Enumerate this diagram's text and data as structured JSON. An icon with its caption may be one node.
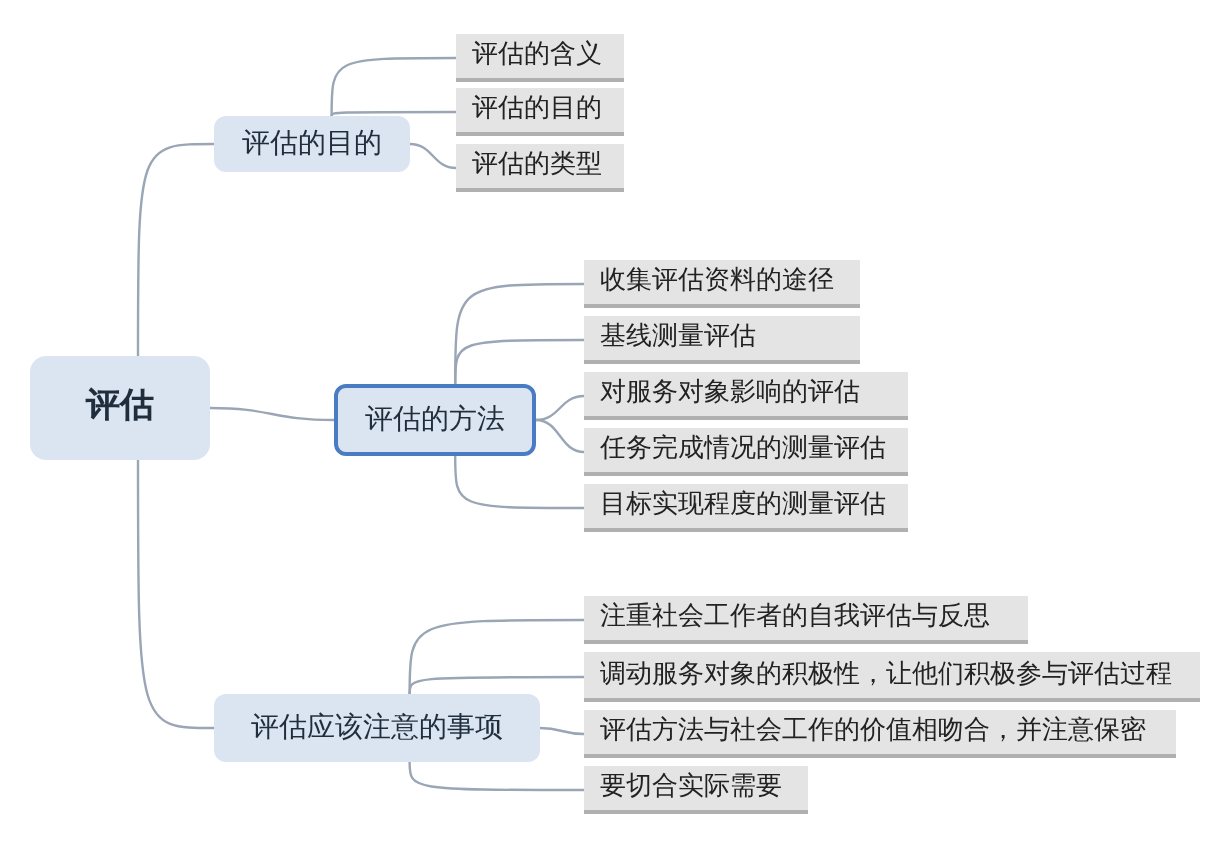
{
  "diagram": {
    "nodes": [
      {
        "text": [
          "评估"
        ]
      },
      {
        "text": [
          "评估的目的"
        ]
      },
      {
        "text": [
          "评估的含义"
        ]
      },
      {
        "text": [
          "评估的目的"
        ]
      },
      {
        "text": [
          "评估的类型"
        ]
      },
      {
        "text": [
          "评估的方法"
        ]
      },
      {
        "text": [
          "收集评估资料的途径"
        ]
      },
      {
        "text": [
          "基线测量评估"
        ]
      },
      {
        "text": [
          "对服务对象影响的评估"
        ]
      },
      {
        "text": [
          "任务完成情况的测量评估"
        ]
      },
      {
        "text": [
          "目标实现程度的测量评估"
        ]
      },
      {
        "text": [
          "评估应该注意的事项"
        ]
      },
      {
        "text": [
          "注重社会工作者的自我评估与反思"
        ]
      },
      {
        "text": [
          "调动服务对象的积极性，让他们积极参与评估过程"
        ]
      },
      {
        "text": [
          "评估方法与社会工作的价值相吻合，并注意保密"
        ]
      },
      {
        "text": [
          "要切合实际需要"
        ]
      }
    ],
    "edges": [
      {
        "from": 0,
        "to": 1,
        "arrow": "none"
      },
      {
        "from": 0,
        "to": 5,
        "arrow": "none"
      },
      {
        "from": 0,
        "to": 11,
        "arrow": "none"
      },
      {
        "from": 1,
        "to": 2,
        "arrow": "none"
      },
      {
        "from": 1,
        "to": 3,
        "arrow": "none"
      },
      {
        "from": 1,
        "to": 4,
        "arrow": "none"
      },
      {
        "from": 5,
        "to": 6,
        "arrow": "none"
      },
      {
        "from": 5,
        "to": 7,
        "arrow": "none"
      },
      {
        "from": 5,
        "to": 8,
        "arrow": "none"
      },
      {
        "from": 5,
        "to": 9,
        "arrow": "none"
      },
      {
        "from": 5,
        "to": 10,
        "arrow": "none"
      },
      {
        "from": 11,
        "to": 12,
        "arrow": "none"
      },
      {
        "from": 11,
        "to": 13,
        "arrow": "none"
      },
      {
        "from": 11,
        "to": 14,
        "arrow": "none"
      },
      {
        "from": 11,
        "to": 15,
        "arrow": "none"
      }
    ]
  }
}
